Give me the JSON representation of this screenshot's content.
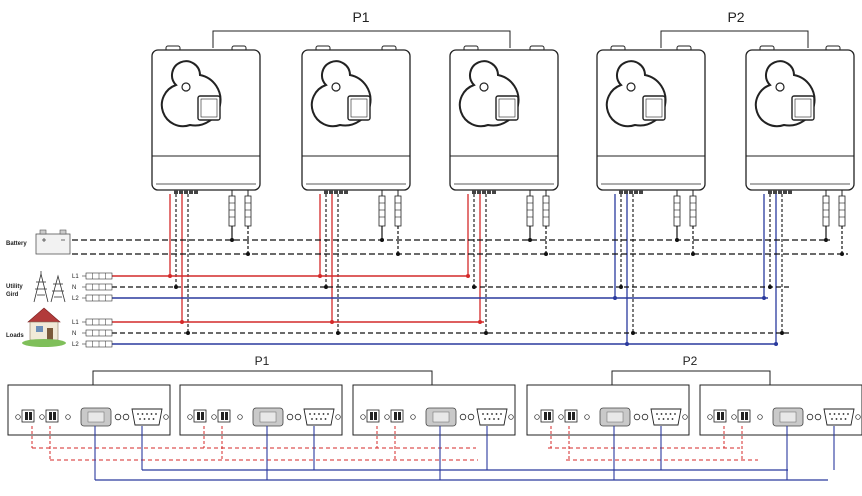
{
  "groups": {
    "top": [
      "P1",
      "P2"
    ],
    "bottom": [
      "P1",
      "P2"
    ]
  },
  "legend": {
    "battery": "Battery",
    "utility_line1": "Utility",
    "utility_line2": "Gird",
    "loads": "Loads",
    "phase_l1": "L1",
    "phase_n": "N",
    "phase_l2": "L2"
  },
  "colors": {
    "red_wire": "#d42a2a",
    "blue_wire": "#2a3a9e",
    "black_wire": "#111111",
    "outline": "#222222"
  },
  "inverters": [
    {
      "group": "P1",
      "wiring": "red"
    },
    {
      "group": "P1",
      "wiring": "red"
    },
    {
      "group": "P1",
      "wiring": "red"
    },
    {
      "group": "P2",
      "wiring": "blue"
    },
    {
      "group": "P2",
      "wiring": "blue"
    }
  ],
  "comm_panels": [
    {
      "group": "P1"
    },
    {
      "group": "P1"
    },
    {
      "group": "P1"
    },
    {
      "group": "P2"
    },
    {
      "group": "P2"
    }
  ]
}
